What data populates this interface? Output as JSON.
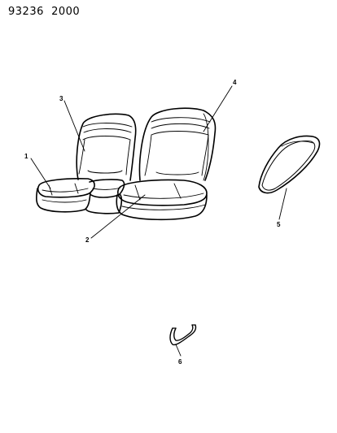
{
  "header": {
    "code": "93236  2000"
  },
  "callouts": [
    {
      "number": "1"
    },
    {
      "number": "2"
    },
    {
      "number": "3"
    },
    {
      "number": "4"
    },
    {
      "number": "5"
    },
    {
      "number": "6"
    }
  ]
}
